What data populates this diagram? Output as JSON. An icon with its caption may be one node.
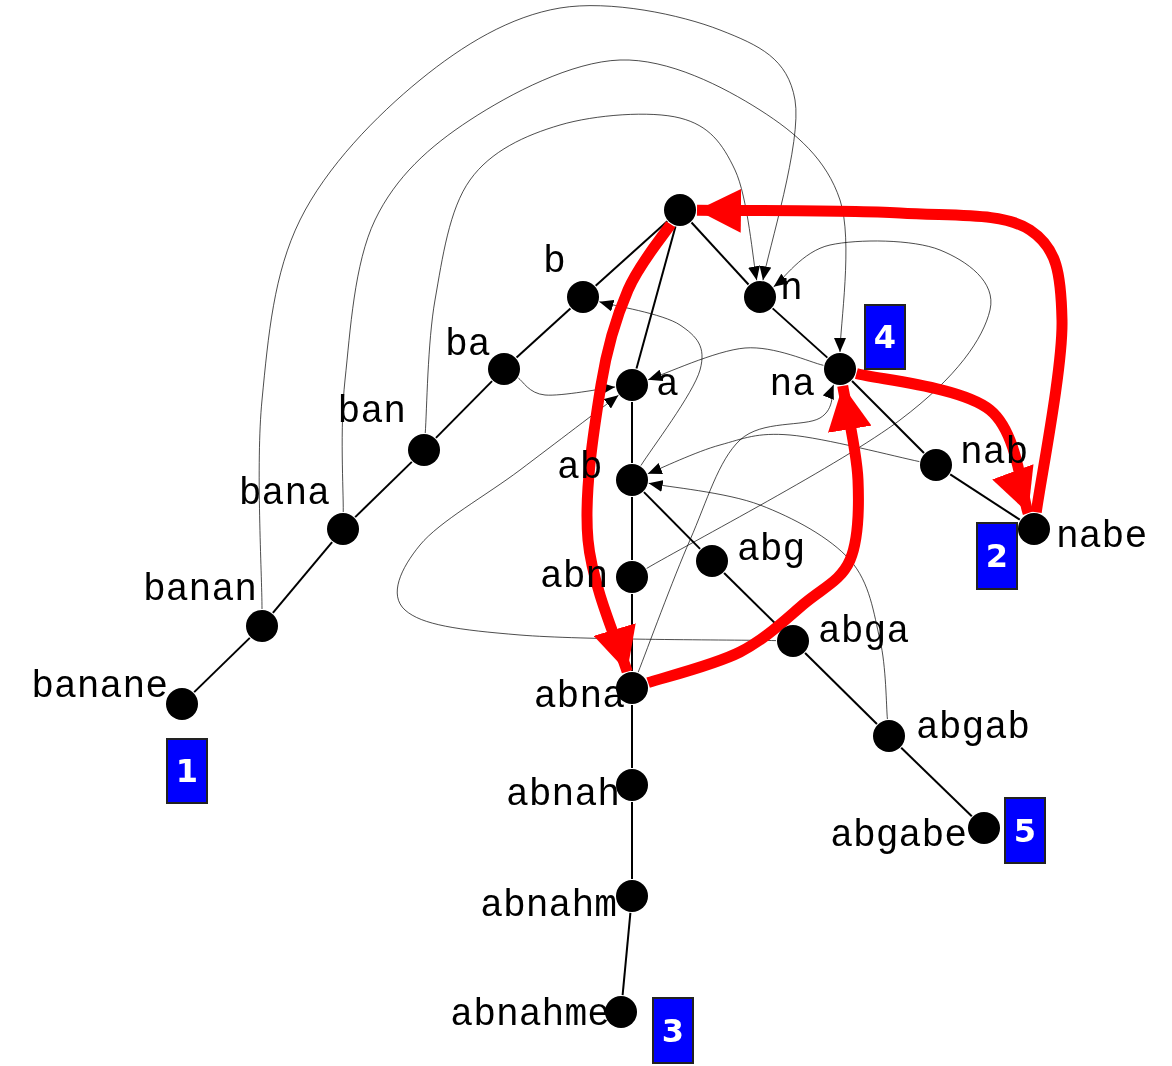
{
  "diagram": {
    "nodes": [
      {
        "text": [],
        "shape": "circle"
      },
      {
        "text": [],
        "shape": "circle",
        "beside": [
          "b"
        ]
      },
      {
        "text": [],
        "shape": "circle",
        "beside": [
          "ba"
        ]
      },
      {
        "text": [],
        "shape": "circle",
        "beside": [
          "ban"
        ]
      },
      {
        "text": [],
        "shape": "circle",
        "beside": [
          "bana"
        ]
      },
      {
        "text": [],
        "shape": "circle",
        "beside": [
          "banan"
        ]
      },
      {
        "text": [],
        "shape": "circle",
        "beside": [
          "banane"
        ]
      },
      {
        "text": [],
        "shape": "circle",
        "beside": [
          "a"
        ]
      },
      {
        "text": [],
        "shape": "circle",
        "beside": [
          "ab"
        ]
      },
      {
        "text": [],
        "shape": "circle",
        "beside": [
          "abn"
        ]
      },
      {
        "text": [],
        "shape": "circle",
        "beside": [
          "abna"
        ]
      },
      {
        "text": [],
        "shape": "circle",
        "beside": [
          "abnah"
        ]
      },
      {
        "text": [],
        "shape": "circle",
        "beside": [
          "abnahm"
        ]
      },
      {
        "text": [],
        "shape": "circle",
        "beside": [
          "abnahme"
        ]
      },
      {
        "text": [],
        "shape": "circle",
        "beside": [
          "abg"
        ]
      },
      {
        "text": [],
        "shape": "circle",
        "beside": [
          "abga"
        ]
      },
      {
        "text": [],
        "shape": "circle",
        "beside": [
          "abgab"
        ]
      },
      {
        "text": [],
        "shape": "circle",
        "beside": [
          "abgabe"
        ]
      },
      {
        "text": [],
        "shape": "circle",
        "beside": [
          "n"
        ]
      },
      {
        "text": [],
        "shape": "circle",
        "beside": [
          "na"
        ]
      },
      {
        "text": [],
        "shape": "circle",
        "beside": [
          "nab"
        ]
      },
      {
        "text": [],
        "shape": "circle",
        "beside": [
          "nabe"
        ]
      },
      {
        "text": [
          "1"
        ]
      },
      {
        "text": [
          "2"
        ]
      },
      {
        "text": [
          "3"
        ]
      },
      {
        "text": [
          "4"
        ]
      },
      {
        "text": [
          "5"
        ]
      }
    ],
    "edges": [
      {
        "from": 0,
        "to": 1,
        "arrow": "none"
      },
      {
        "from": 1,
        "to": 2,
        "arrow": "none"
      },
      {
        "from": 2,
        "to": 3,
        "arrow": "none"
      },
      {
        "from": 3,
        "to": 4,
        "arrow": "none"
      },
      {
        "from": 4,
        "to": 5,
        "arrow": "none"
      },
      {
        "from": 5,
        "to": 6,
        "arrow": "none"
      },
      {
        "from": 0,
        "to": 7,
        "arrow": "none"
      },
      {
        "from": 7,
        "to": 8,
        "arrow": "none"
      },
      {
        "from": 8,
        "to": 9,
        "arrow": "none"
      },
      {
        "from": 9,
        "to": 10,
        "arrow": "none"
      },
      {
        "from": 10,
        "to": 11,
        "arrow": "none"
      },
      {
        "from": 11,
        "to": 12,
        "arrow": "none"
      },
      {
        "from": 12,
        "to": 13,
        "arrow": "none"
      },
      {
        "from": 8,
        "to": 14,
        "arrow": "none"
      },
      {
        "from": 14,
        "to": 15,
        "arrow": "none"
      },
      {
        "from": 15,
        "to": 16,
        "arrow": "none"
      },
      {
        "from": 16,
        "to": 17,
        "arrow": "none"
      },
      {
        "from": 0,
        "to": 18,
        "arrow": "none"
      },
      {
        "from": 18,
        "to": 19,
        "arrow": "none"
      },
      {
        "from": 19,
        "to": 20,
        "arrow": "none"
      },
      {
        "from": 20,
        "to": 21,
        "arrow": "none"
      },
      {
        "from": 2,
        "to": 7,
        "arrow": "to"
      },
      {
        "from": 3,
        "to": 18,
        "arrow": "to"
      },
      {
        "from": 4,
        "to": 19,
        "arrow": "to"
      },
      {
        "from": 5,
        "to": 18,
        "arrow": "to"
      },
      {
        "from": 8,
        "to": 1,
        "arrow": "to"
      },
      {
        "from": 9,
        "to": 18,
        "arrow": "to"
      },
      {
        "from": 10,
        "to": 19,
        "arrow": "to"
      },
      {
        "from": 15,
        "to": 7,
        "arrow": "to"
      },
      {
        "from": 16,
        "to": 8,
        "arrow": "to"
      },
      {
        "from": 19,
        "to": 7,
        "arrow": "to"
      },
      {
        "from": 20,
        "to": 8,
        "arrow": "to"
      },
      {
        "from": 0,
        "to": 10,
        "arrow": "to",
        "style": "thick",
        "color": "#ff0000"
      },
      {
        "from": 10,
        "to": 19,
        "arrow": "to",
        "style": "thick",
        "color": "#ff0000"
      },
      {
        "from": 19,
        "to": 21,
        "arrow": "to",
        "style": "thick",
        "color": "#ff0000"
      },
      {
        "from": 21,
        "to": 0,
        "arrow": "to",
        "style": "thick",
        "color": "#ff0000"
      }
    ]
  }
}
